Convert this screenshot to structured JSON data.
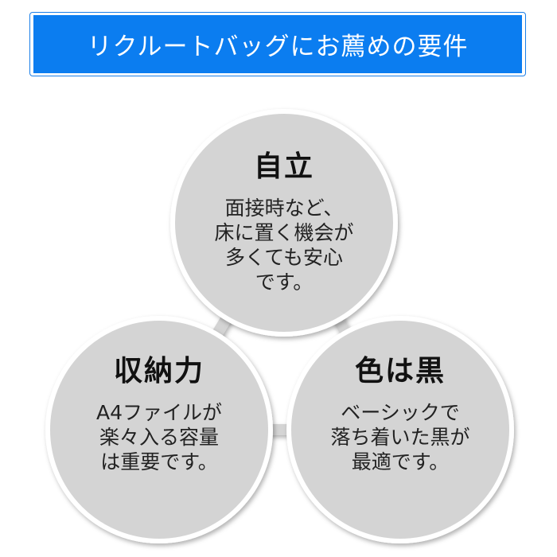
{
  "header": {
    "title": "リクルートバッグにお薦めの要件"
  },
  "colors": {
    "header_bg": "#0b7df0",
    "circle_fill": "#d4d4d4",
    "connector": "#d4d4d4"
  },
  "circles": [
    {
      "title": "自立",
      "body": "面接時など、\n床に置く機会が\n多くても安心\nです。"
    },
    {
      "title": "収納力",
      "body": "A4ファイルが\n楽々入る容量\nは重要です。"
    },
    {
      "title": "色は黒",
      "body": "ベーシックで\n落ち着いた黒が\n最適です。"
    }
  ]
}
